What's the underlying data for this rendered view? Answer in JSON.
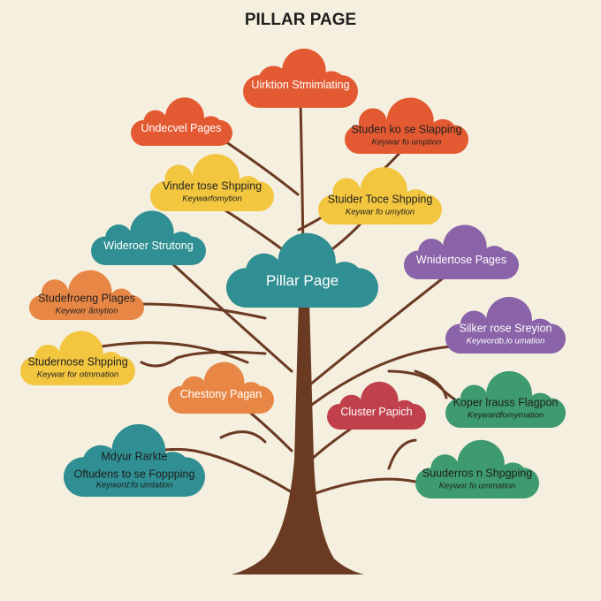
{
  "title": "PILLAR PAGE",
  "colors": {
    "background": "#f5efdf",
    "trunk": "#6b3a22",
    "orange": "#e35a32",
    "amber": "#e88745",
    "yellow": "#f3c640",
    "teal": "#2f8f92",
    "purple": "#8a63a8",
    "crimson": "#c0414c",
    "green": "#3e9a6f"
  },
  "pillar": {
    "label": "Pillar Page",
    "color": "#2f8f92"
  },
  "clouds": [
    {
      "id": "top",
      "color": "#e35a32",
      "text": "#ffffff",
      "lines": [
        "Uirktion Stmimlating"
      ]
    },
    {
      "id": "left-1",
      "color": "#e35a32",
      "text": "#ffffff",
      "lines": [
        "Undecvel Pages"
      ]
    },
    {
      "id": "right-1",
      "color": "#e35a32",
      "text": "#1f1f1f",
      "lines": [
        "Studen ko se Slapping",
        "Keywar fo umption"
      ]
    },
    {
      "id": "left-2",
      "color": "#f3c640",
      "text": "#1f1f1f",
      "lines": [
        "Vinder tose Shpping",
        "Keywarfomytion"
      ]
    },
    {
      "id": "right-2",
      "color": "#f3c640",
      "text": "#1f1f1f",
      "lines": [
        "Stuider Toce Shpping",
        "Keywar fo umytion"
      ]
    },
    {
      "id": "left-3",
      "color": "#2f8f92",
      "text": "#ffffff",
      "lines": [
        "Wideroer Strutong"
      ]
    },
    {
      "id": "right-3",
      "color": "#8a63a8",
      "text": "#ffffff",
      "lines": [
        "Wnidertose Pages"
      ]
    },
    {
      "id": "left-4",
      "color": "#e88745",
      "text": "#1f1f1f",
      "lines": [
        "Studefroeng Plages",
        "Keyworr åmytion"
      ]
    },
    {
      "id": "right-4",
      "color": "#8a63a8",
      "text": "#ffffff",
      "lines": [
        "Silker rose Sreyion",
        "Keywordb,lo umation"
      ]
    },
    {
      "id": "left-5",
      "color": "#f3c640",
      "text": "#1f1f1f",
      "lines": [
        "Studernose Shpping",
        "Keywar for otmmation"
      ]
    },
    {
      "id": "mid-left",
      "color": "#e88745",
      "text": "#ffffff",
      "lines": [
        "Chestony Pagan"
      ]
    },
    {
      "id": "mid-right",
      "color": "#c0414c",
      "text": "#ffffff",
      "lines": [
        "Cluster Papich"
      ]
    },
    {
      "id": "right-5",
      "color": "#3e9a6f",
      "text": "#1f1f1f",
      "lines": [
        "Koper lrauss Flagpon",
        "Keywardfomymation"
      ]
    },
    {
      "id": "left-6",
      "color": "#2f8f92",
      "text": "#1f1f1f",
      "lines": [
        "Mdyur Rarkte",
        "Oftudens to se Foppping",
        "Keyword:fo umtation"
      ]
    },
    {
      "id": "right-6",
      "color": "#3e9a6f",
      "text": "#1f1f1f",
      "lines": [
        "Suuderros n Shpgping",
        "Keywor fo ummation"
      ]
    }
  ]
}
